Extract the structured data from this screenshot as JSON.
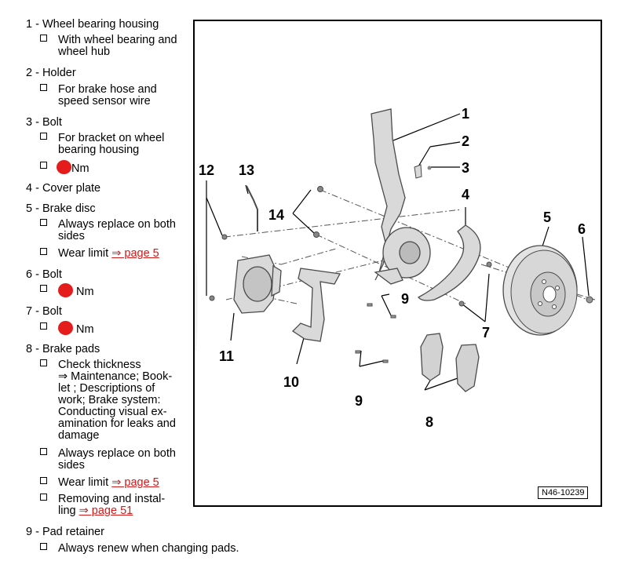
{
  "legend": [
    {
      "title": "1 - Wheel bearing housing",
      "bullets": [
        {
          "lines": [
            "With wheel bearing and",
            "wheel hub"
          ]
        }
      ]
    },
    {
      "title": "2 - Holder",
      "bullets": [
        {
          "lines": [
            "For brake hose and",
            "speed sensor wire"
          ]
        }
      ]
    },
    {
      "title": "3 - Bolt",
      "bullets": [
        {
          "lines": [
            "For bracket on wheel",
            "bearing housing"
          ]
        },
        {
          "torque_unit": "Nm"
        }
      ]
    },
    {
      "title": "4 - Cover plate"
    },
    {
      "title": "5 - Brake disc",
      "bullets": [
        {
          "lines": [
            "Always replace on both",
            "sides"
          ]
        },
        {
          "text": "Wear limit",
          "link": "⇒ page 5"
        }
      ]
    },
    {
      "title": "6 - Bolt",
      "bullets": [
        {
          "torque_unit": "Nm"
        }
      ]
    },
    {
      "title": "7 - Bolt",
      "bullets": [
        {
          "torque_unit": "Nm"
        }
      ]
    },
    {
      "title": "8 - Brake pads",
      "bullets": [
        {
          "lines": [
            "Check thickness",
            "⇒ Maintenance; Book-",
            "let ; Descriptions of",
            "work; Brake system:",
            "Conducting visual ex-",
            "amination for leaks and",
            "damage"
          ]
        },
        {
          "lines": [
            "Always replace on both",
            "sides"
          ]
        },
        {
          "text": "Wear limit",
          "link": "⇒ page 5"
        },
        {
          "lines": [
            "Removing and instal-"
          ],
          "text": "ling",
          "link": "⇒ page 51"
        }
      ]
    },
    {
      "title": "9 - Pad retainer",
      "bullets": [
        {
          "lines": [
            "Always renew when changing pads."
          ]
        }
      ]
    }
  ],
  "figure": {
    "id": "N46-10239",
    "callouts": [
      "1",
      "2",
      "3",
      "4",
      "5",
      "6",
      "7",
      "8",
      "9",
      "9",
      "10",
      "11",
      "12",
      "13",
      "14"
    ]
  },
  "colors": {
    "link": "#d11a1a",
    "redacted_dot": "#e51c1c",
    "part_fill": "#d9d9d9",
    "part_stroke": "#4a4a4a"
  }
}
